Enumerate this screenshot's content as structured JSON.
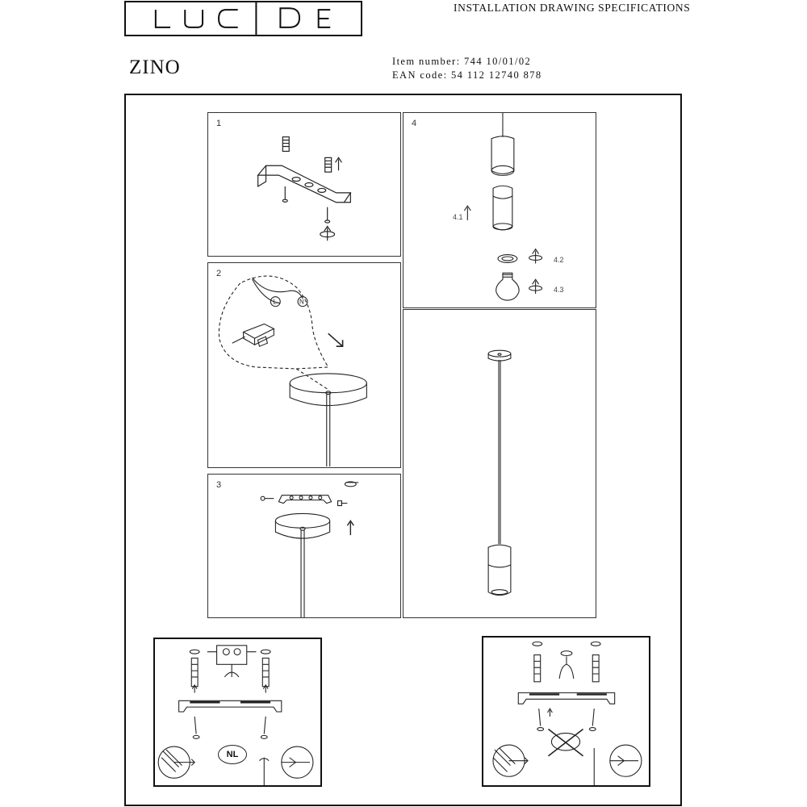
{
  "brand": {
    "logo_text": "LUCIDE"
  },
  "header": {
    "doc_title": "INSTALLATION DRAWING SPECIFICATIONS",
    "product_name": "ZINO",
    "item_number": "Item number: 744 10/01/02",
    "ean_code": "EAN code: 54 112 12740 878"
  },
  "steps": [
    {
      "number": "1"
    },
    {
      "number": "2"
    },
    {
      "number": "3"
    },
    {
      "number": "4"
    }
  ],
  "step4_labels": {
    "a": "4.1",
    "b": "4.2",
    "c": "4.3"
  },
  "mini_panels": {
    "nl_badge": "NL"
  }
}
